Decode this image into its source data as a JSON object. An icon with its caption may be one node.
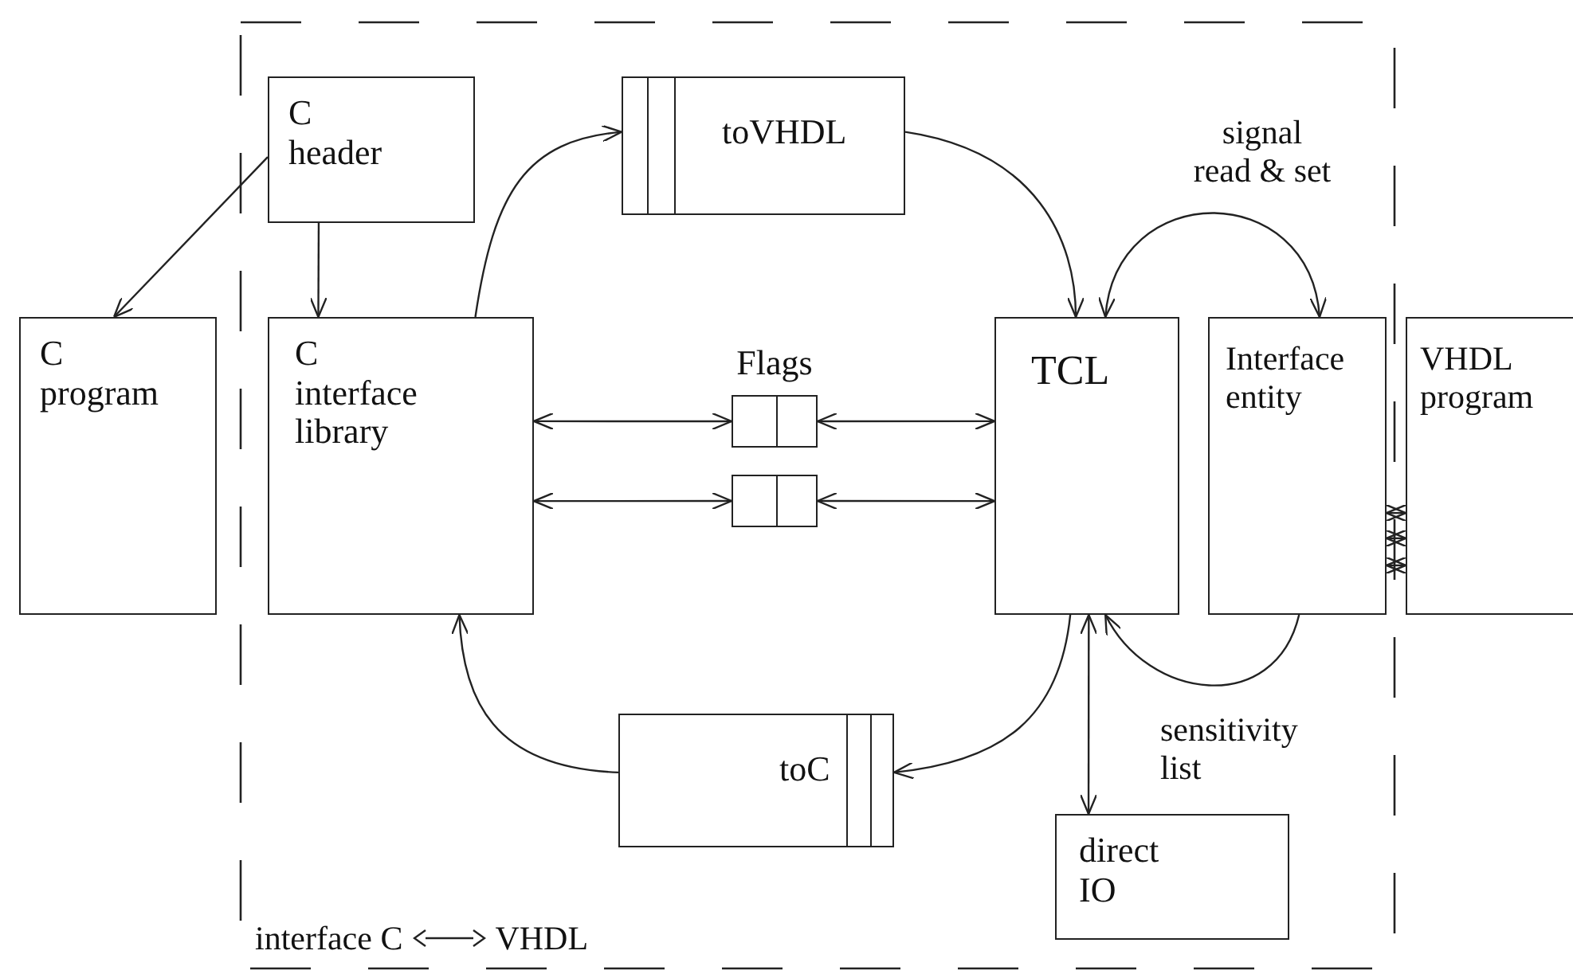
{
  "diagram": {
    "nodes": [
      {
        "text": [
          "interface C",
          "VHDL"
        ]
      },
      {
        "text": [
          "C header"
        ],
        "in": 0
      },
      {
        "text": [
          "C program"
        ]
      },
      {
        "text": [
          "C interface library"
        ],
        "in": 0
      },
      {
        "text": [
          "toVHDL"
        ],
        "in": 0
      },
      {
        "text": [],
        "shape": "box",
        "beside": [
          "Flags"
        ],
        "in": 0
      },
      {
        "text": [],
        "shape": "box",
        "in": 0
      },
      {
        "text": [
          "TCL"
        ],
        "in": 0
      },
      {
        "text": [
          "Interface entity"
        ],
        "in": 0
      },
      {
        "text": [
          "VHDL program"
        ]
      },
      {
        "text": [
          "toC"
        ],
        "in": 0
      },
      {
        "text": [
          "direct IO"
        ],
        "in": 0
      }
    ],
    "edges": [
      {
        "from": 1,
        "to": 2,
        "arrow": "to"
      },
      {
        "from": 1,
        "to": 3,
        "arrow": "to"
      },
      {
        "from": 3,
        "to": 4,
        "arrow": "to"
      },
      {
        "from": 4,
        "to": 7,
        "arrow": "to"
      },
      {
        "from": 7,
        "to": 8,
        "arrow": "both",
        "label": "signal read & set"
      },
      {
        "from": 3,
        "to": 5,
        "arrow": "both"
      },
      {
        "from": 5,
        "to": 7,
        "arrow": "both"
      },
      {
        "from": 3,
        "to": 6,
        "arrow": "both"
      },
      {
        "from": 6,
        "to": 7,
        "arrow": "both"
      },
      {
        "from": 7,
        "to": 10,
        "arrow": "to"
      },
      {
        "from": 10,
        "to": 3,
        "arrow": "to"
      },
      {
        "from": 7,
        "to": 11,
        "arrow": "both"
      },
      {
        "from": 8,
        "to": 7,
        "arrow": "to",
        "label": "sensitivity list"
      },
      {
        "from": 8,
        "to": 9,
        "arrow": "both"
      },
      {
        "from": 8,
        "to": 9,
        "arrow": "both"
      },
      {
        "from": 8,
        "to": 9,
        "arrow": "both"
      }
    ]
  }
}
